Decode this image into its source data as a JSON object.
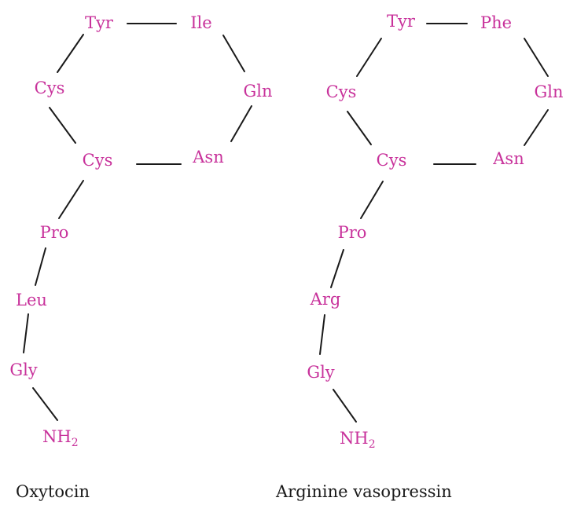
{
  "colors": {
    "residue": "#c8329b",
    "bond": "#1a1a1a",
    "caption": "#1a1a1a"
  },
  "molecules": [
    {
      "name": "Oxytocin",
      "residues": {
        "tyr": "Tyr",
        "ile": "Ile",
        "cys_top": "Cys",
        "gln": "Gln",
        "cys_bottom": "Cys",
        "asn": "Asn",
        "pro": "Pro",
        "leu": "Leu",
        "gly": "Gly",
        "nh2_base": "NH",
        "nh2_sub": "2"
      }
    },
    {
      "name": "Arginine vasopressin",
      "residues": {
        "tyr": "Tyr",
        "phe": "Phe",
        "cys_top": "Cys",
        "gln": "Gln",
        "cys_bottom": "Cys",
        "asn": "Asn",
        "pro": "Pro",
        "arg": "Arg",
        "gly": "Gly",
        "nh2_base": "NH",
        "nh2_sub": "2"
      }
    }
  ]
}
